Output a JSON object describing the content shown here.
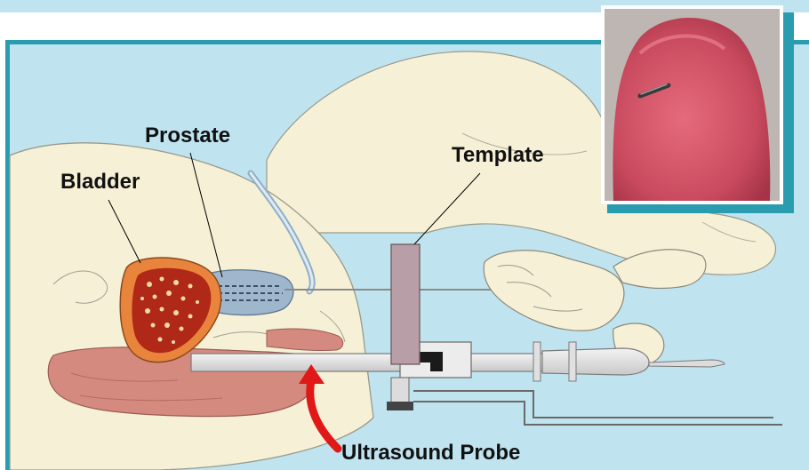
{
  "labels": {
    "prostate": "Prostate",
    "bladder": "Bladder",
    "template": "Template",
    "ultrasound_probe": "Ultrasound Probe"
  },
  "colors": {
    "background_blue": "#bfe3ef",
    "frame_teal": "#2a9cb0",
    "skin_cream": "#f6f0d6",
    "bladder_orange": "#e8843c",
    "seed_red": "#b02818",
    "prostate_blue": "#9fb7cc",
    "rectum_pink": "#d58a80",
    "template_mauve": "#b89ea6",
    "arrow_red": "#e01818",
    "fingertip": "#d9566a"
  },
  "icons": {
    "inset": "seed-on-fingertip-photo",
    "arrow": "curved-red-arrow"
  }
}
